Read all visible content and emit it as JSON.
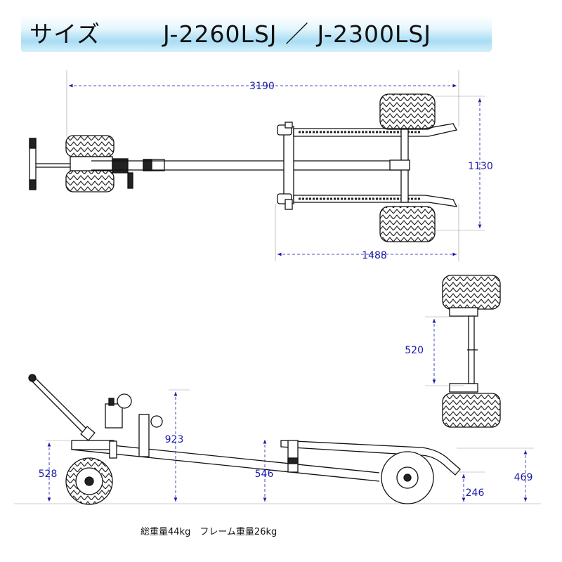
{
  "banner": {
    "label": "サイズ",
    "model": "J-2260LSJ ／ J-2300LSJ"
  },
  "top_view": {
    "overall_length": "3190",
    "width": "1130",
    "rear_frame_length": "1488"
  },
  "front_view": {
    "axle_spacing": "520"
  },
  "side_view": {
    "winch_post_height": "923",
    "front_height": "528",
    "mid_height": "546",
    "rear_height": "469",
    "rear_roller_height": "246"
  },
  "note": "総重量44kg　フレーム重量26kg",
  "colors": {
    "dimension": "#1a1aa8",
    "banner": "#a8ddf4",
    "line": "#111111"
  }
}
